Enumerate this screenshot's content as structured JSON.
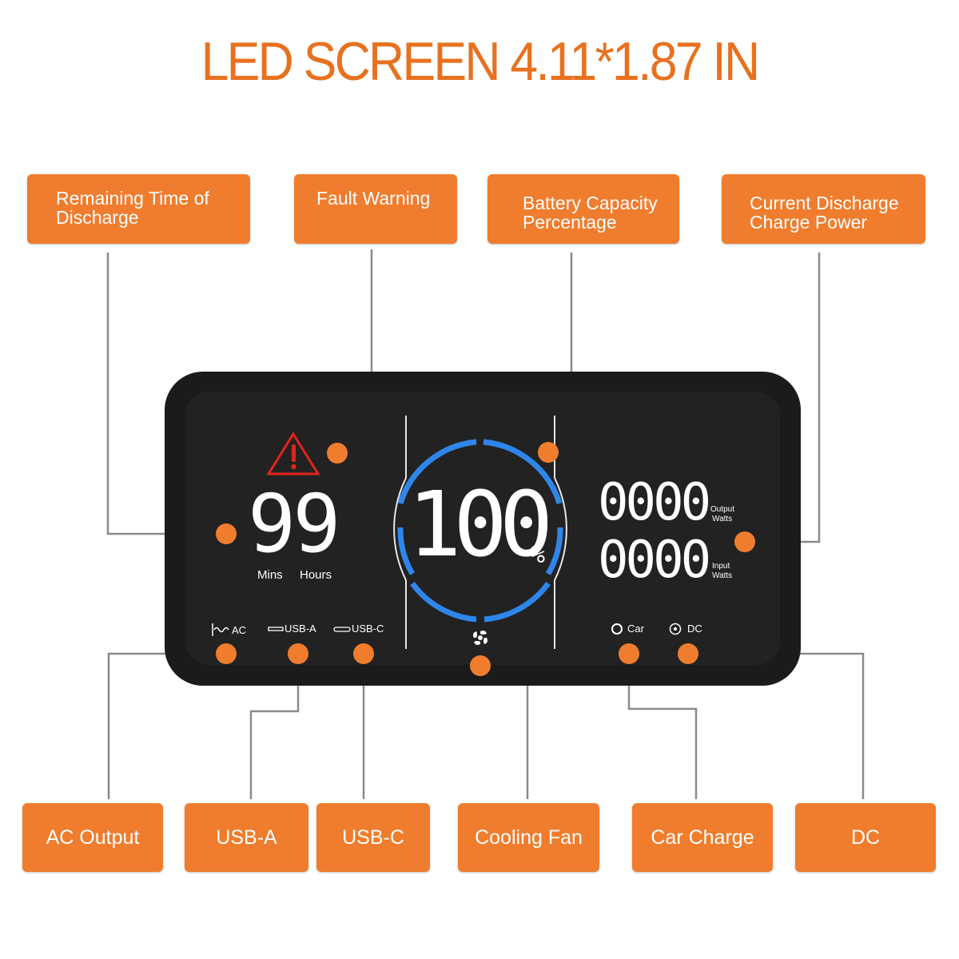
{
  "title": "LED SCREEN 4.11*1.87 IN",
  "callouts_top": [
    {
      "label": "Remaining Time of Discharge"
    },
    {
      "label": "Fault Warning"
    },
    {
      "label": "Battery Capacity Percentage"
    },
    {
      "label": "Current Discharge Charge Power"
    }
  ],
  "callouts_bottom": [
    {
      "label": "AC Output"
    },
    {
      "label": "USB-A"
    },
    {
      "label": "USB-C"
    },
    {
      "label": "Cooling Fan"
    },
    {
      "label": "Car Charge"
    },
    {
      "label": "DC"
    }
  ],
  "screen": {
    "time_value": "99",
    "mins_label": "Mins",
    "hours_label": "Hours",
    "capacity_value": "100",
    "capacity_unit": "%",
    "output_watts_value": "0000",
    "output_label_1": "Output",
    "output_label_2": "Watts",
    "input_watts_value": "0000",
    "input_label_1": "Input",
    "input_label_2": "Watts",
    "ac_label": "AC",
    "usba_label": "USB-A",
    "usbc_label": "USB-C",
    "car_label": "Car",
    "dc_label": "DC"
  },
  "icons": [
    "warning-triangle-icon",
    "fan-icon",
    "ac-icon",
    "usb-a-icon",
    "usb-c-icon",
    "car-port-icon",
    "dc-port-icon"
  ],
  "colors": {
    "accent": "#ef7d2d",
    "title": "#e8711f",
    "ring": "#2f86ea",
    "warning": "#e3241b",
    "panel": "#1b1b1b"
  }
}
